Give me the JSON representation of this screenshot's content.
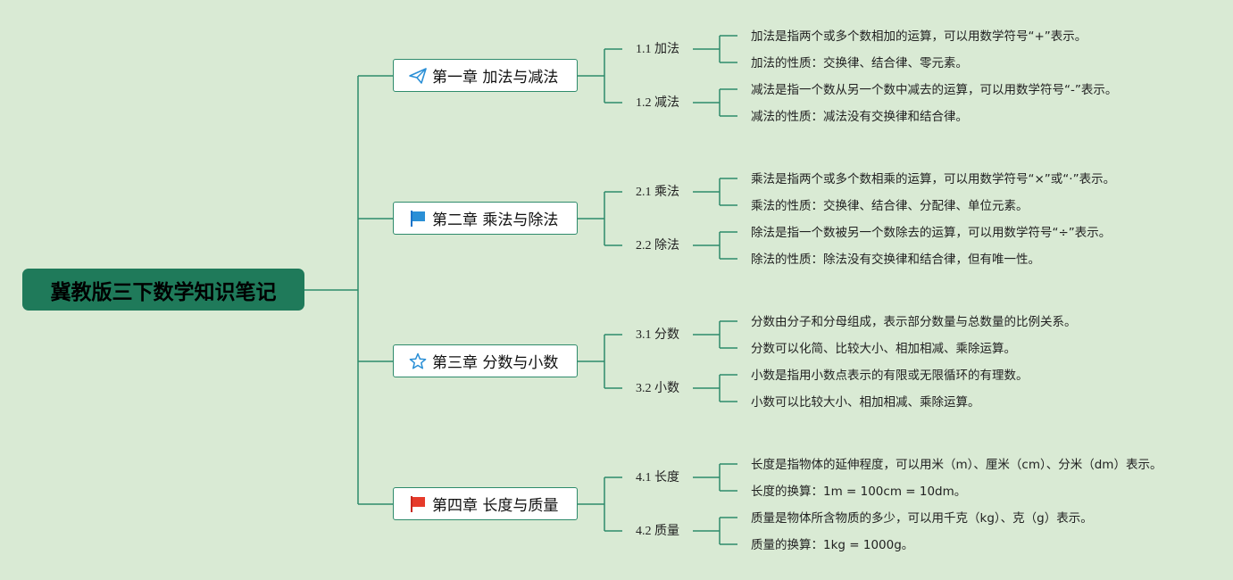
{
  "title": "冀教版三下数学知识笔记",
  "colors": {
    "background": "#d9ead4",
    "root_fill": "#1f7a5a",
    "line": "#2e8b6b"
  },
  "chapters": [
    {
      "label": "第一章 加法与减法",
      "icon": "paper-plane-icon",
      "sections": [
        {
          "label": "1.1 加法",
          "notes": [
            "加法是指两个或多个数相加的运算，可以用数学符号“+”表示。",
            "加法的性质：交换律、结合律、零元素。"
          ]
        },
        {
          "label": "1.2 减法",
          "notes": [
            "减法是指一个数从另一个数中减去的运算，可以用数学符号“-”表示。",
            "减法的性质：减法没有交换律和结合律。"
          ]
        }
      ]
    },
    {
      "label": "第二章 乘法与除法",
      "icon": "blue-flag-icon",
      "sections": [
        {
          "label": "2.1 乘法",
          "notes": [
            "乘法是指两个或多个数相乘的运算，可以用数学符号“×”或“·”表示。",
            "乘法的性质：交换律、结合律、分配律、单位元素。"
          ]
        },
        {
          "label": "2.2 除法",
          "notes": [
            "除法是指一个数被另一个数除去的运算，可以用数学符号“÷”表示。",
            "除法的性质：除法没有交换律和结合律，但有唯一性。"
          ]
        }
      ]
    },
    {
      "label": "第三章 分数与小数",
      "icon": "star-icon",
      "sections": [
        {
          "label": "3.1 分数",
          "notes": [
            "分数由分子和分母组成，表示部分数量与总数量的比例关系。",
            "分数可以化简、比较大小、相加相减、乘除运算。"
          ]
        },
        {
          "label": "3.2 小数",
          "notes": [
            "小数是指用小数点表示的有限或无限循环的有理数。",
            "小数可以比较大小、相加相减、乘除运算。"
          ]
        }
      ]
    },
    {
      "label": "第四章 长度与质量",
      "icon": "red-flag-icon",
      "sections": [
        {
          "label": "4.1 长度",
          "notes": [
            "长度是指物体的延伸程度，可以用米（m）、厘米（cm）、分米（dm）表示。",
            "长度的换算：1m = 100cm = 10dm。"
          ]
        },
        {
          "label": "4.2 质量",
          "notes": [
            "质量是物体所含物质的多少，可以用千克（kg）、克（g）表示。",
            "质量的换算：1kg = 1000g。"
          ]
        }
      ]
    }
  ]
}
